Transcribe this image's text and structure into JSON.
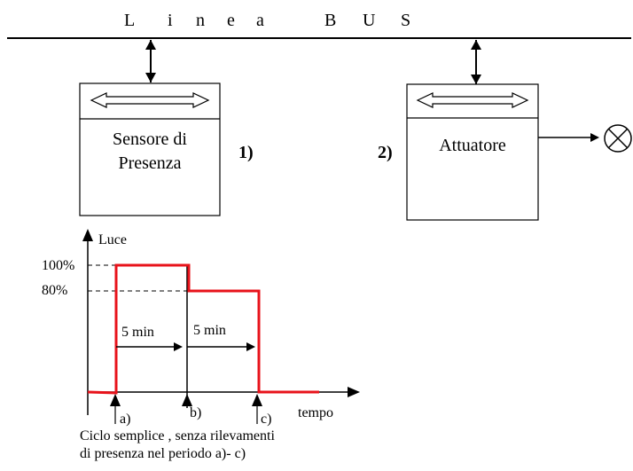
{
  "bus_label": [
    "L",
    "i",
    "n",
    "e",
    "a",
    "B",
    "U",
    "S"
  ],
  "blocks": {
    "sensor": {
      "line1": "Sensore di",
      "line2": "Presenza",
      "number": "1)"
    },
    "actuator": {
      "label": "Attuatore",
      "number": "2)"
    }
  },
  "graph": {
    "y_axis_label": "Luce",
    "x_axis_label": "tempo",
    "level_labels": [
      "100%",
      "80%"
    ],
    "interval_labels": [
      "5 min",
      "5 min"
    ],
    "event_labels": [
      "a)",
      "b)",
      "c)"
    ],
    "caption_line1": "Ciclo semplice , senza rilevamenti",
    "caption_line2": "di presenza nel periodo a)- c)",
    "chart_data": {
      "type": "line",
      "xlabel": "tempo",
      "ylabel": "Luce",
      "series": [
        {
          "points": [
            [
              "before a)",
              "0%"
            ],
            [
              "a)",
              "100%"
            ],
            [
              "b)",
              "80%"
            ],
            [
              "c)",
              "0%"
            ]
          ]
        }
      ]
    }
  },
  "colors": {
    "signal": "#e8121a",
    "lines": "#000000"
  }
}
